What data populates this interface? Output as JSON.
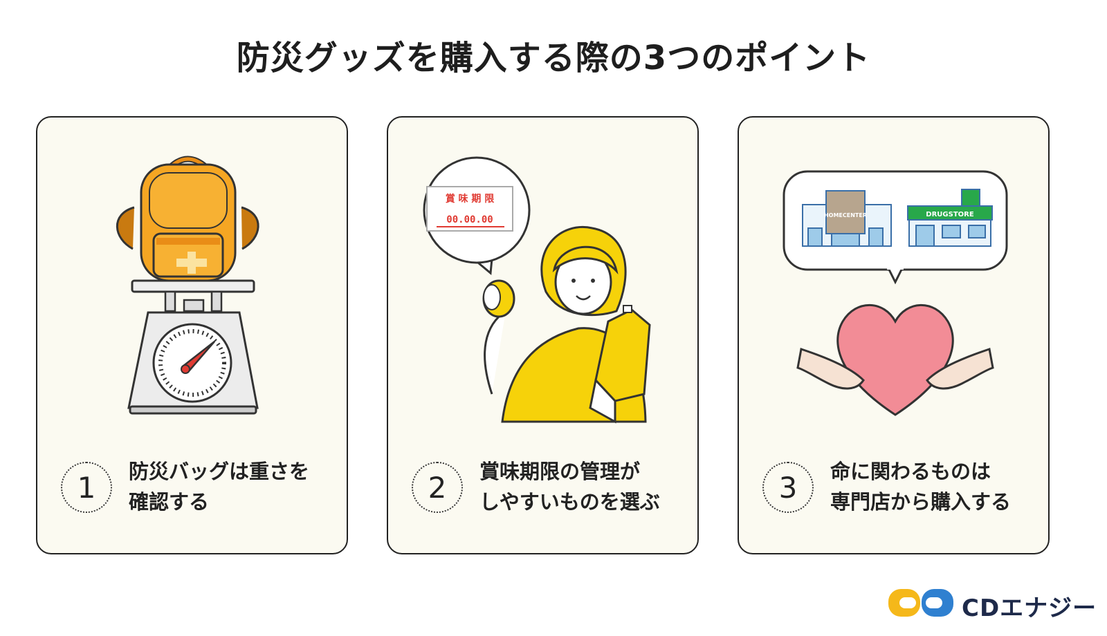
{
  "title": "防災グッズを購入する際の3つのポイント",
  "cards": [
    {
      "number": "1",
      "line1": "防災バッグは重さを",
      "line2": "確認する"
    },
    {
      "number": "2",
      "line1": "賞味期限の管理が",
      "line2": "しやすいものを選ぶ",
      "label_title": "賞 味 期 限",
      "label_date": "00.00.00"
    },
    {
      "number": "3",
      "line1": "命に関わるものは",
      "line2": "専門店から購入する",
      "store1": "HOMECENTER",
      "store2": "DRUGSTORE"
    }
  ],
  "brand": {
    "name": "CDエナジー",
    "colors": {
      "yellow": "#f5b81a",
      "blue": "#2f80d0"
    }
  }
}
